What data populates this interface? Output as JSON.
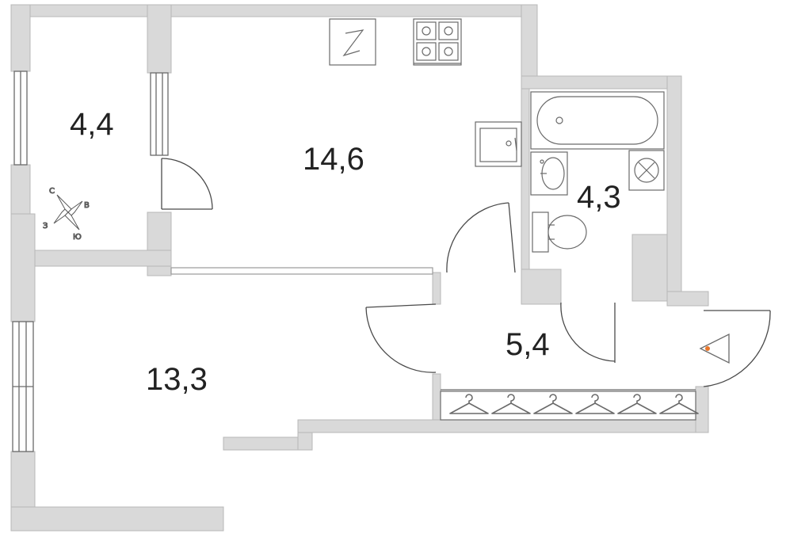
{
  "plan": {
    "rooms": [
      {
        "id": "loggia",
        "area": "4,4"
      },
      {
        "id": "kitchen-living",
        "area": "14,6"
      },
      {
        "id": "bathroom",
        "area": "4,3"
      },
      {
        "id": "hallway",
        "area": "5,4"
      },
      {
        "id": "bedroom",
        "area": "13,3"
      }
    ],
    "compass": {
      "north": "С",
      "east": "В",
      "south": "Ю",
      "west": "З"
    }
  },
  "colors": {
    "wall_fill": "#d9d9d9",
    "wall_stroke": "#b0b0b0",
    "line": "#4a4a4a",
    "text": "#222222",
    "entrance_marker": "#e8762a"
  }
}
